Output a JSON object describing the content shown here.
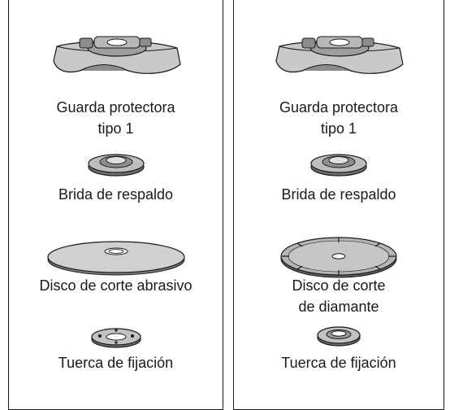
{
  "panels": [
    {
      "guard_label": [
        "Guarda protectora",
        "tipo 1"
      ],
      "flange_label": "Brida de respaldo",
      "disc_label": [
        "Disco de corte abrasivo"
      ],
      "nut_label": "Tuerca de fijación",
      "disc_icon": "abrasive-cutting-disc"
    },
    {
      "guard_label": [
        "Guarda protectora",
        "tipo 1"
      ],
      "flange_label": "Brida de respaldo",
      "disc_label": [
        "Disco de corte",
        "de diamante"
      ],
      "nut_label": "Tuerca de fijación",
      "disc_icon": "diamond-cutting-disc"
    }
  ],
  "colors": {
    "metal_light": "#d4d4d4",
    "metal_mid": "#a8a8a8",
    "metal_dark": "#6e6e6e",
    "outline": "#1a1a1a"
  }
}
